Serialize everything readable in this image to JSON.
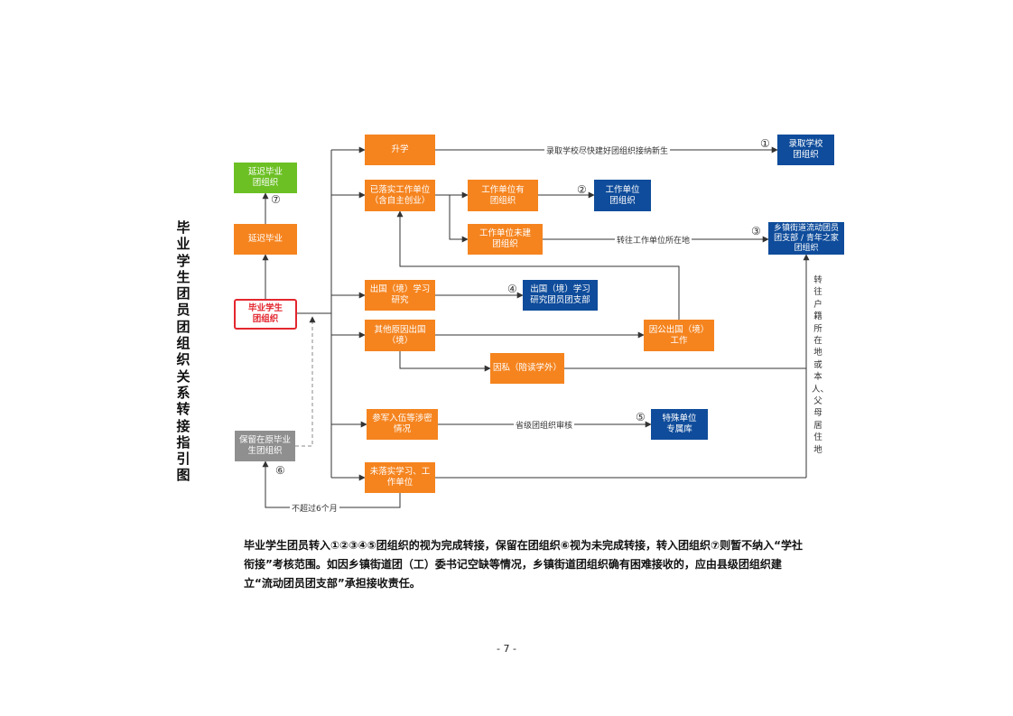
{
  "title": "毕业学生团员团组织关系转接指引图",
  "nodes": {
    "shengxue": "升学",
    "yiluoshi": "已落实工作单位\n（含自主创业）",
    "gongzuo_you": "工作单位有\n团组织",
    "gongzuo_wei": "工作单位未建\n团组织",
    "chuguo_xuexi": "出国（境）学习\n研究",
    "qita_chuguo": "其他原因出国\n（境）",
    "yinsi": "因私（陪读学外）",
    "yingong": "因公出国（境）\n工作",
    "canjun": "参军入伍等涉密\n情况",
    "weiluoshi": "未落实学习、工\n作单位",
    "biye": "毕业学生\n团组织",
    "yanchi": "延迟毕业",
    "yanchi_tuan": "延迟毕业\n团组织",
    "baoliu": "保留在原毕业\n生团组织",
    "luqu": "录取学校\n团组织",
    "danwei_tuan": "工作单位\n团组织",
    "xiangzhen": "乡镇街道流动团员\n团支部 / 青年之家\n团组织",
    "chuguo_zhibu": "出国（境）学习\n研究团员团支部",
    "teshu": "特殊单位\n专属库"
  },
  "edge_labels": {
    "luqu": "录取学校尽快建好团组织接纳新生",
    "zhuanwang": "转往工作单位所在地",
    "shengji": "省级团组织审核",
    "buchaoguo": "不超过6个月",
    "huji": "转往户籍所在地或本人、父母居住地"
  },
  "markers": {
    "m1": "①",
    "m2": "②",
    "m3": "③",
    "m4": "④",
    "m5": "⑤",
    "m6": "⑥",
    "m7": "⑦"
  },
  "note": "毕业学生团员转入①②③④⑤团组织的视为完成转接，保留在团组织⑥视为未完成转接，转入团组织⑦则暂不纳入“学社衔接”考核范围。如因乡镇街道团（工）委书记空缺等情况，乡镇街道团组织确有困难接收的，应由县级团组织建立“流动团员团支部”承担接收责任。",
  "page_number": "- 7 -",
  "colors": {
    "orange": "#f5841f",
    "blue": "#0f4c9b",
    "green": "#6cc024",
    "gray": "#8f8f8f",
    "red": "#e3262e"
  }
}
